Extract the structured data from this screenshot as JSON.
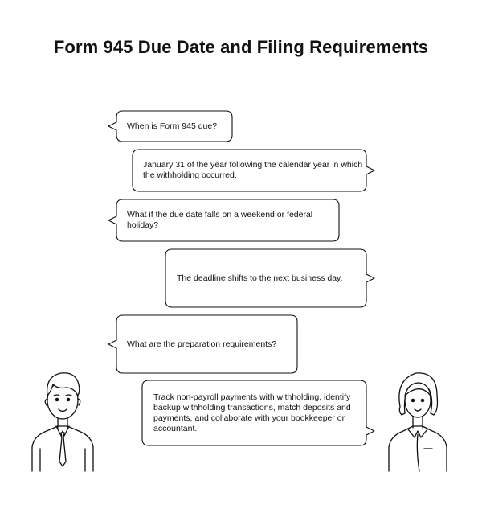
{
  "title": "Form 945 Due Date and Filing Requirements",
  "colors": {
    "stroke": "#111111",
    "background": "#ffffff"
  },
  "icons": {
    "left_person": "man-with-tie-icon",
    "right_person": "woman-icon"
  },
  "conversation": [
    {
      "speaker": "man",
      "text": "When is Form 945 due?"
    },
    {
      "speaker": "woman",
      "text": "January 31 of the year following the calendar year in which the withholding occurred."
    },
    {
      "speaker": "man",
      "text": "What if the due date falls on a weekend or federal holiday?"
    },
    {
      "speaker": "woman",
      "text": "The deadline shifts to the next business day."
    },
    {
      "speaker": "man",
      "text": "What are the preparation requirements?"
    },
    {
      "speaker": "woman",
      "text": "Track non-payroll payments with withholding, identify backup withholding transactions, match deposits and payments, and collaborate with your bookkeeper or accountant."
    }
  ]
}
